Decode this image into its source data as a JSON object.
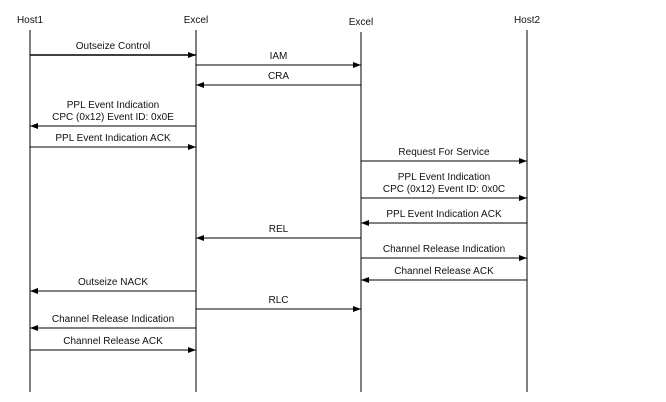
{
  "participants": [
    {
      "id": "host1",
      "label": "Host1"
    },
    {
      "id": "excel1",
      "label": "Excel"
    },
    {
      "id": "excel2",
      "label": "Excel"
    },
    {
      "id": "host2",
      "label": "Host2"
    }
  ],
  "messages": [
    {
      "from": "host1",
      "to": "excel1",
      "lines": [
        "Outseize Control"
      ]
    },
    {
      "from": "excel1",
      "to": "excel2",
      "lines": [
        "IAM"
      ]
    },
    {
      "from": "excel2",
      "to": "excel1",
      "lines": [
        "CRA"
      ]
    },
    {
      "from": "excel1",
      "to": "host1",
      "lines": [
        "PPL Event Indication",
        "CPC (0x12) Event ID: 0x0E"
      ]
    },
    {
      "from": "host1",
      "to": "excel1",
      "lines": [
        "PPL Event Indication ACK"
      ]
    },
    {
      "from": "excel2",
      "to": "host2",
      "lines": [
        "Request For Service"
      ]
    },
    {
      "from": "excel2",
      "to": "host2",
      "lines": [
        "PPL Event Indication",
        "CPC (0x12) Event ID: 0x0C"
      ]
    },
    {
      "from": "host2",
      "to": "excel2",
      "lines": [
        "PPL Event Indication ACK"
      ]
    },
    {
      "from": "excel2",
      "to": "excel1",
      "lines": [
        "REL"
      ]
    },
    {
      "from": "excel2",
      "to": "host2",
      "lines": [
        "Channel Release Indication"
      ]
    },
    {
      "from": "host2",
      "to": "excel2",
      "lines": [
        "Channel Release ACK"
      ]
    },
    {
      "from": "excel1",
      "to": "host1",
      "lines": [
        "Outseize NACK"
      ]
    },
    {
      "from": "excel1",
      "to": "excel2",
      "lines": [
        "RLC"
      ]
    },
    {
      "from": "excel1",
      "to": "host1",
      "lines": [
        "Channel Release Indication"
      ]
    },
    {
      "from": "host1",
      "to": "excel1",
      "lines": [
        "Channel Release ACK"
      ]
    }
  ]
}
